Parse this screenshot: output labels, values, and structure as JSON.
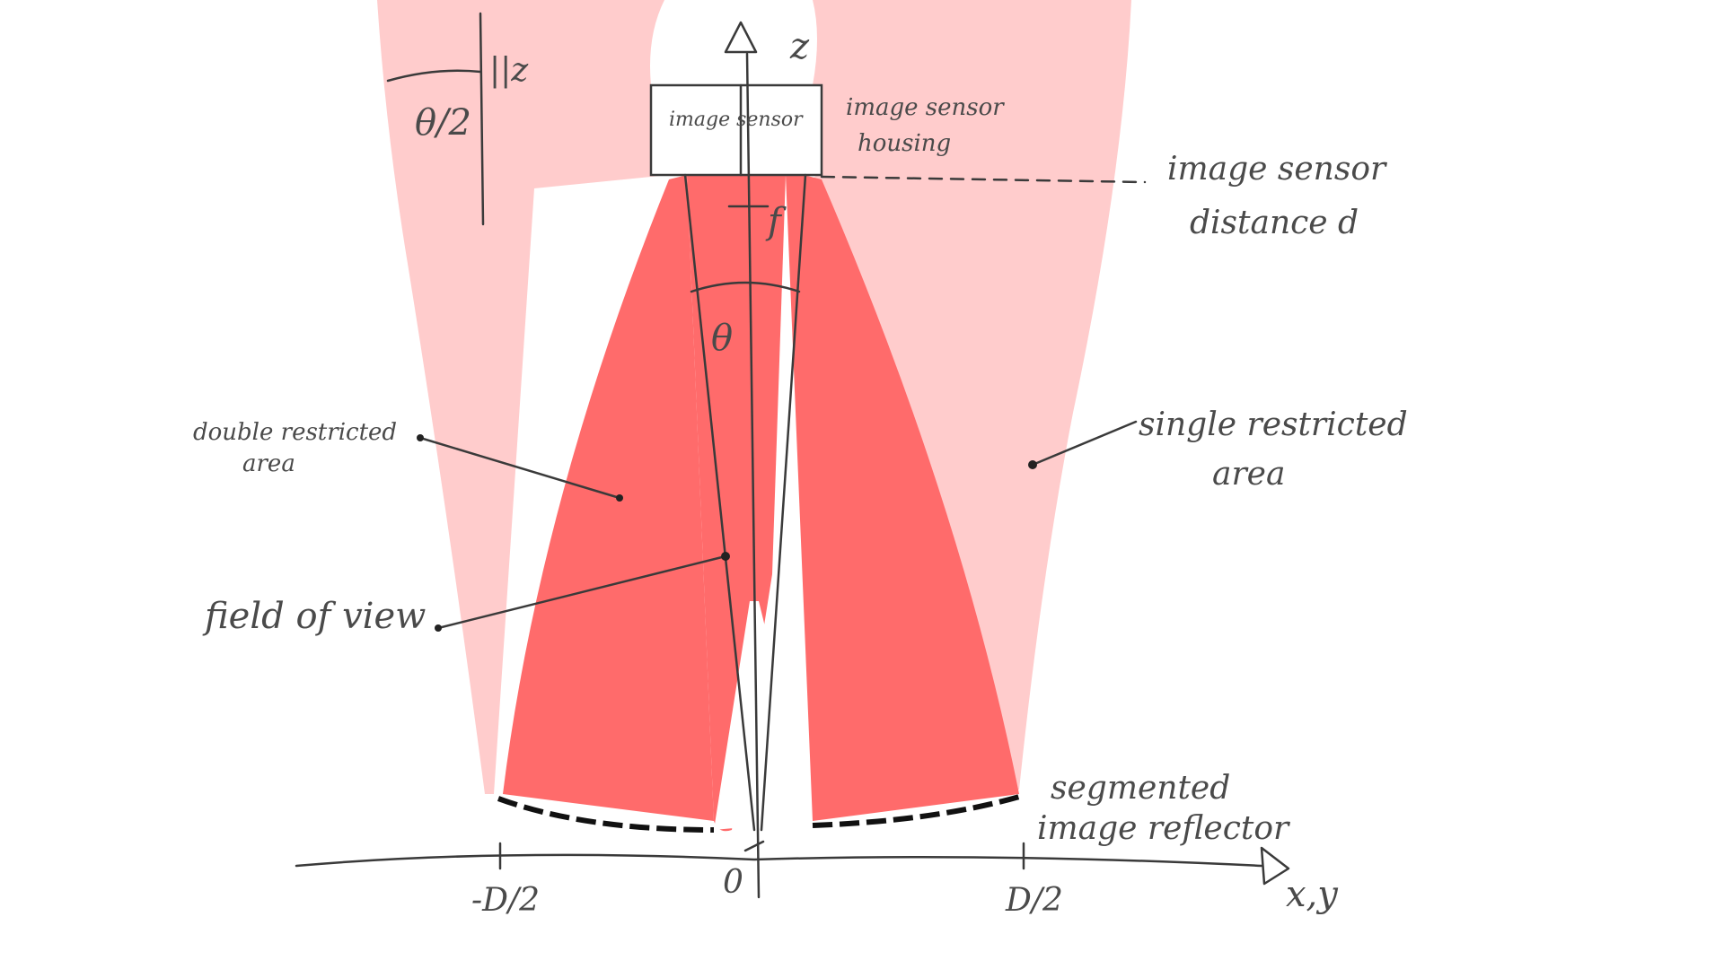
{
  "diagram": {
    "labels": {
      "z_axis": "z",
      "parallel_z": "||z",
      "half_angle": "θ/2",
      "theta": "θ",
      "focal": "f",
      "sensor_box": "image sensor",
      "sensor_housing_line1": "image sensor",
      "sensor_housing_line2": "housing",
      "sensor_distance_line1": "image sensor",
      "sensor_distance_line2": "distance d",
      "double_area_line1": "double restricted",
      "double_area_line2": "area",
      "single_area_line1": "single restricted",
      "single_area_line2": "area",
      "field_of_view": "field of view",
      "reflector_line1": "segmented",
      "reflector_line2": "image reflector",
      "x_axis": "x,y",
      "tick_left": "-D/2",
      "tick_origin": "0",
      "tick_right": "D/2"
    },
    "colors": {
      "single_area": "#ffcccc",
      "double_area": "#ff6b6b",
      "line": "#3a3a3a",
      "background": "#ffffff"
    }
  }
}
